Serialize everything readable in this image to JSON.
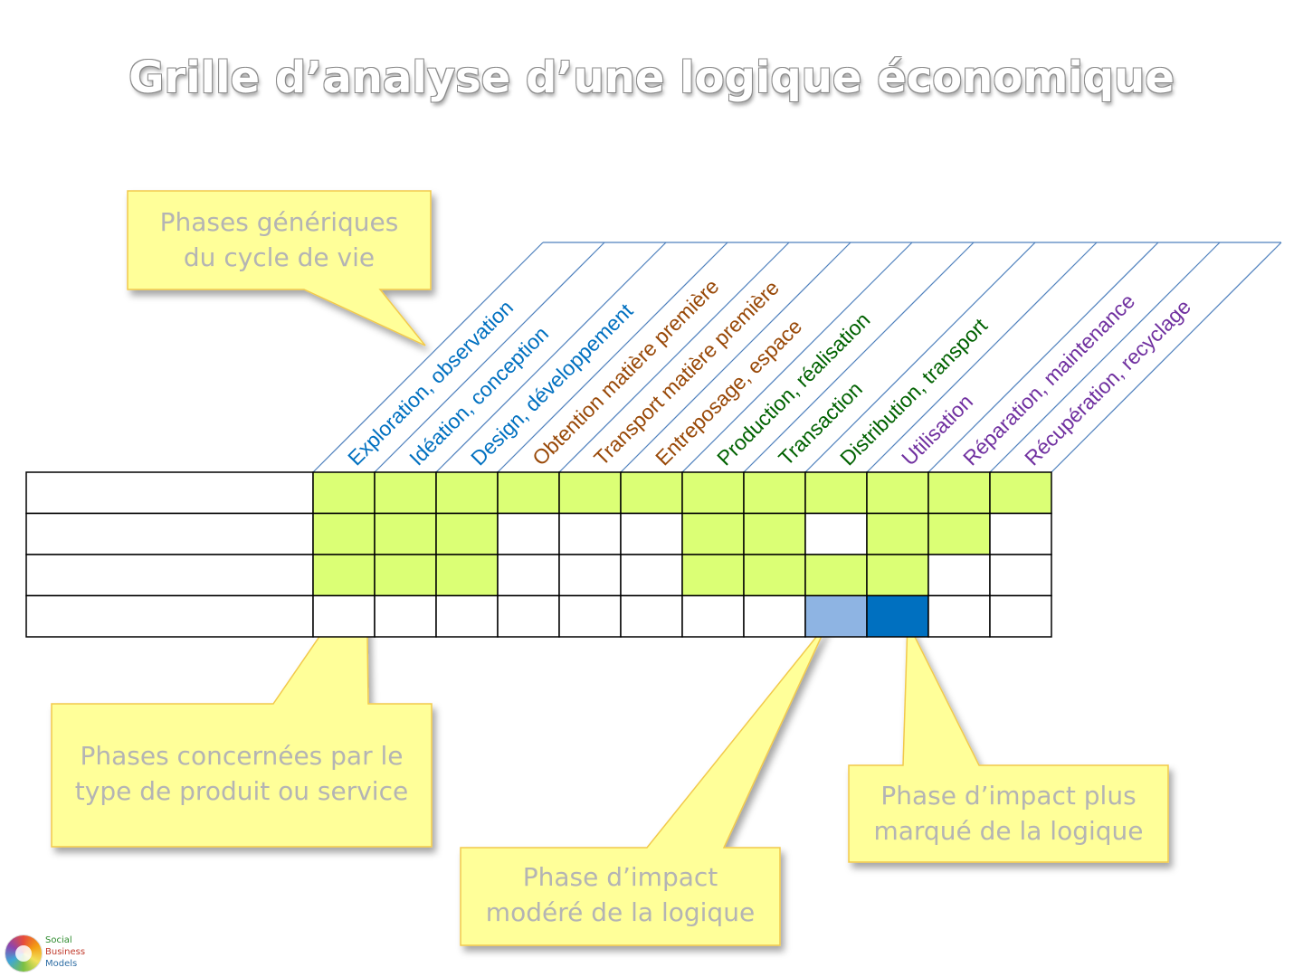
{
  "title": "Grille d’analyse d’une logique économique",
  "phases": [
    {
      "label": "Exploration, observation",
      "color": "#0070c0"
    },
    {
      "label": "Idéation, conception",
      "color": "#0070c0"
    },
    {
      "label": "Design, développement",
      "color": "#0070c0"
    },
    {
      "label": "Obtention matière première",
      "color": "#984807"
    },
    {
      "label": "Transport matière première",
      "color": "#984807"
    },
    {
      "label": "Entreposage, espace",
      "color": "#984807"
    },
    {
      "label": "Production, réalisation",
      "color": "#006100"
    },
    {
      "label": "Transaction",
      "color": "#006100"
    },
    {
      "label": "Distribution, transport",
      "color": "#006100"
    },
    {
      "label": "Utilisation",
      "color": "#7030a0"
    },
    {
      "label": "Réparation, maintenance",
      "color": "#7030a0"
    },
    {
      "label": "Récupération, recyclage",
      "color": "#7030a0"
    }
  ],
  "grid": {
    "row_labels": [
      "",
      "",
      "",
      ""
    ],
    "legend_colors": {
      "concerned": "#dbff75",
      "moderate": "#8eb4e3",
      "strong": "#0070c0",
      "empty": "#ffffff"
    },
    "rows": [
      [
        "concerned",
        "concerned",
        "concerned",
        "concerned",
        "concerned",
        "concerned",
        "concerned",
        "concerned",
        "concerned",
        "concerned",
        "concerned",
        "concerned"
      ],
      [
        "concerned",
        "concerned",
        "concerned",
        "empty",
        "empty",
        "empty",
        "concerned",
        "concerned",
        "empty",
        "concerned",
        "concerned",
        "empty"
      ],
      [
        "concerned",
        "concerned",
        "concerned",
        "empty",
        "empty",
        "empty",
        "concerned",
        "concerned",
        "concerned",
        "concerned",
        "empty",
        "empty"
      ],
      [
        "empty",
        "empty",
        "empty",
        "empty",
        "empty",
        "empty",
        "empty",
        "empty",
        "moderate",
        "strong",
        "empty",
        "empty"
      ]
    ]
  },
  "callouts": {
    "generic": {
      "line1": "Phases génériques",
      "line2": "du cycle de vie"
    },
    "concerned": {
      "line1": "Phases concernées par le",
      "line2": "type de produit ou service"
    },
    "moderate": {
      "line1": "Phase d’impact",
      "line2": "modéré de la logique"
    },
    "strong": {
      "line1": "Phase d’impact plus",
      "line2": "marqué de la logique"
    }
  },
  "callout_fill": "#ffff99",
  "callout_border": "#f2c94c",
  "logo": {
    "line1": "Social",
    "line2": "Business",
    "line3": "Models",
    "colors": [
      "#2e8b2e",
      "#c0392b",
      "#2e6da4"
    ]
  }
}
